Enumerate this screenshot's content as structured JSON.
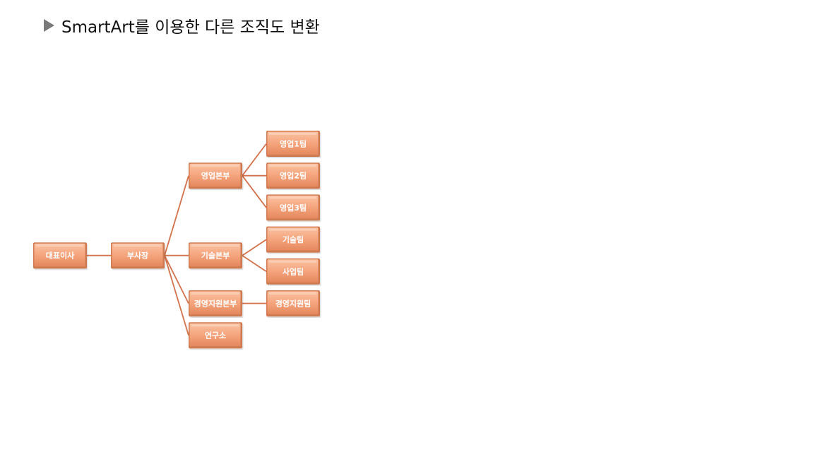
{
  "slide": {
    "title": "SmartArt를 이용한 다른 조직도 변환"
  },
  "colors": {
    "node_fill_light": "#fbc2a1",
    "node_fill": "#f4a27a",
    "node_fill_dark": "#e4885e",
    "node_bevel_dark": "#cf7a50",
    "connector": "#d2714a"
  },
  "org_chart": {
    "root": "대표이사",
    "children": [
      {
        "label": "부사장",
        "children": [
          {
            "label": "영업본부",
            "children": [
              {
                "label": "영업1팀"
              },
              {
                "label": "영업2팀"
              },
              {
                "label": "영업3팀"
              }
            ]
          },
          {
            "label": "기술본부",
            "children": [
              {
                "label": "기술팀"
              },
              {
                "label": "사업팀"
              }
            ]
          },
          {
            "label": "경영지원본부",
            "children": [
              {
                "label": "경영지원팀"
              }
            ]
          },
          {
            "label": "연구소",
            "children": []
          }
        ]
      }
    ]
  }
}
